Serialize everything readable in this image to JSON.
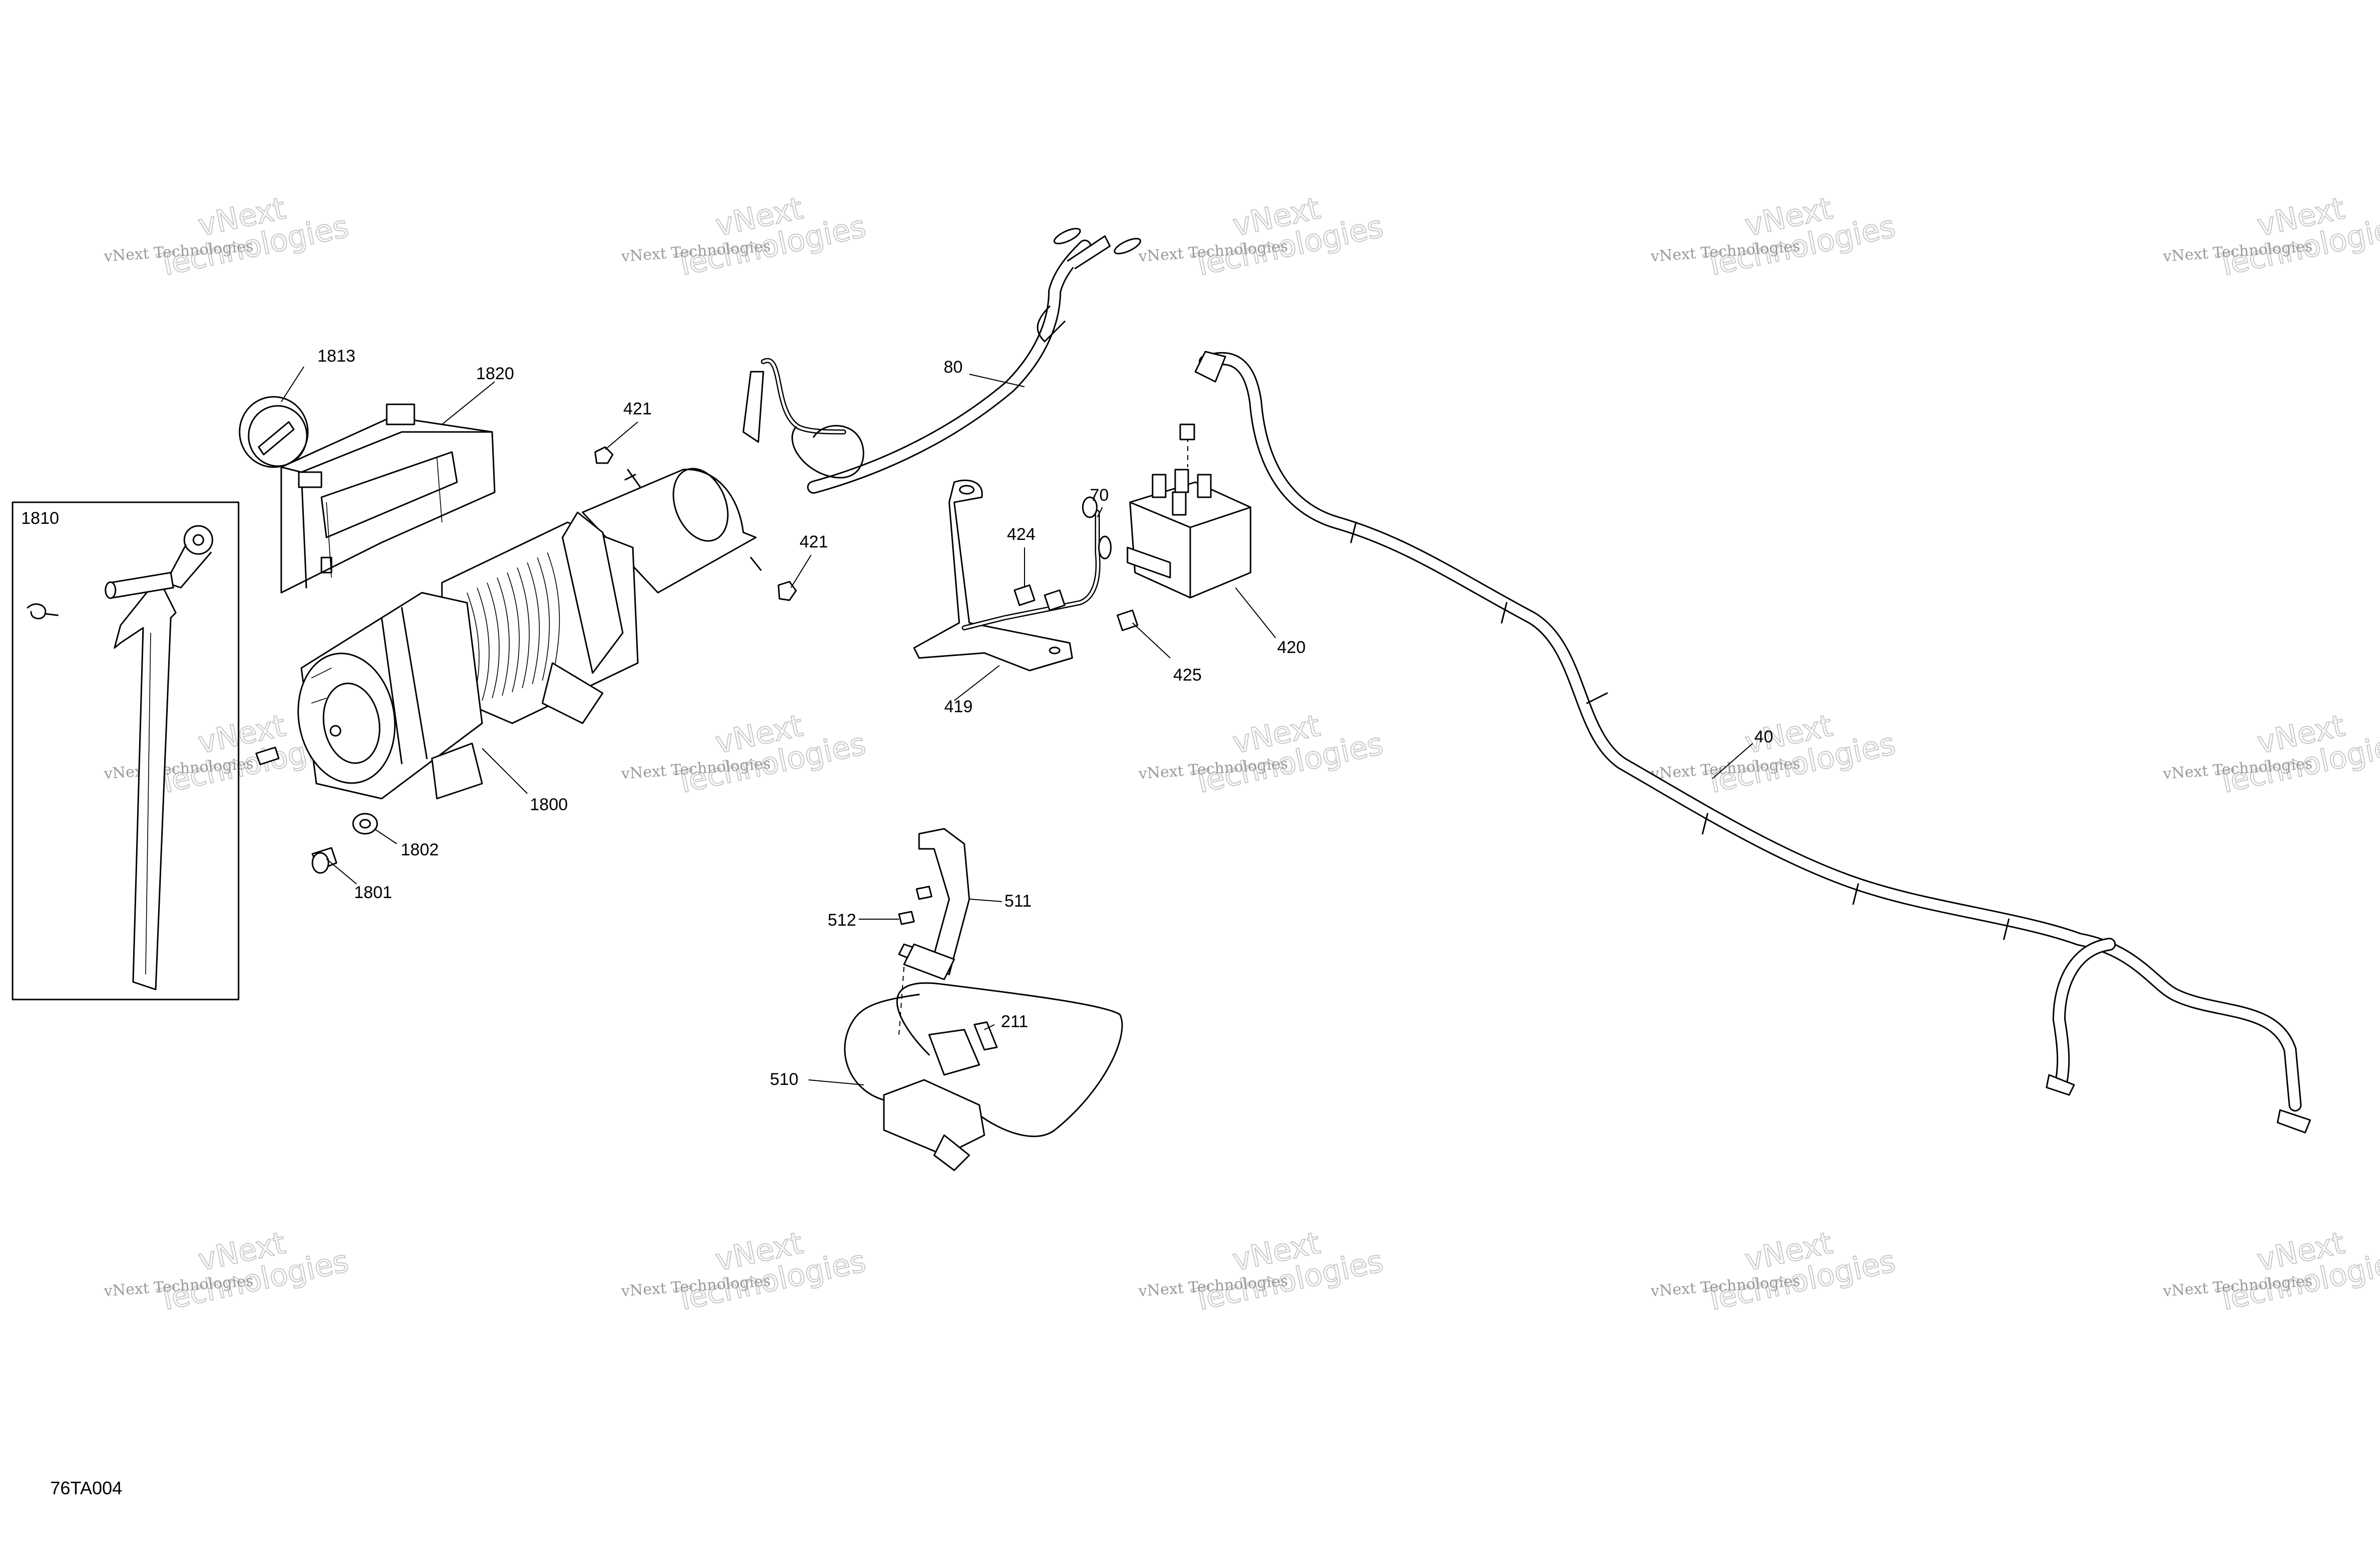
{
  "diagram": {
    "id_label": "76TA004",
    "inset_label": "1810",
    "callouts": [
      {
        "key": "c1813",
        "text": "1813"
      },
      {
        "key": "c1820",
        "text": "1820"
      },
      {
        "key": "c421a",
        "text": "421"
      },
      {
        "key": "c421b",
        "text": "421"
      },
      {
        "key": "c80",
        "text": "80"
      },
      {
        "key": "c70",
        "text": "70"
      },
      {
        "key": "c424",
        "text": "424"
      },
      {
        "key": "c425",
        "text": "425"
      },
      {
        "key": "c420",
        "text": "420"
      },
      {
        "key": "c419",
        "text": "419"
      },
      {
        "key": "c1800",
        "text": "1800"
      },
      {
        "key": "c1802",
        "text": "1802"
      },
      {
        "key": "c1801",
        "text": "1801"
      },
      {
        "key": "c40",
        "text": "40"
      },
      {
        "key": "c511",
        "text": "511"
      },
      {
        "key": "c512",
        "text": "512"
      },
      {
        "key": "c211",
        "text": "211"
      },
      {
        "key": "c510",
        "text": "510"
      }
    ]
  },
  "watermark": {
    "line_small": "vNext Technologies",
    "line_big_1": "vNext",
    "line_big_2": "Technologies"
  }
}
